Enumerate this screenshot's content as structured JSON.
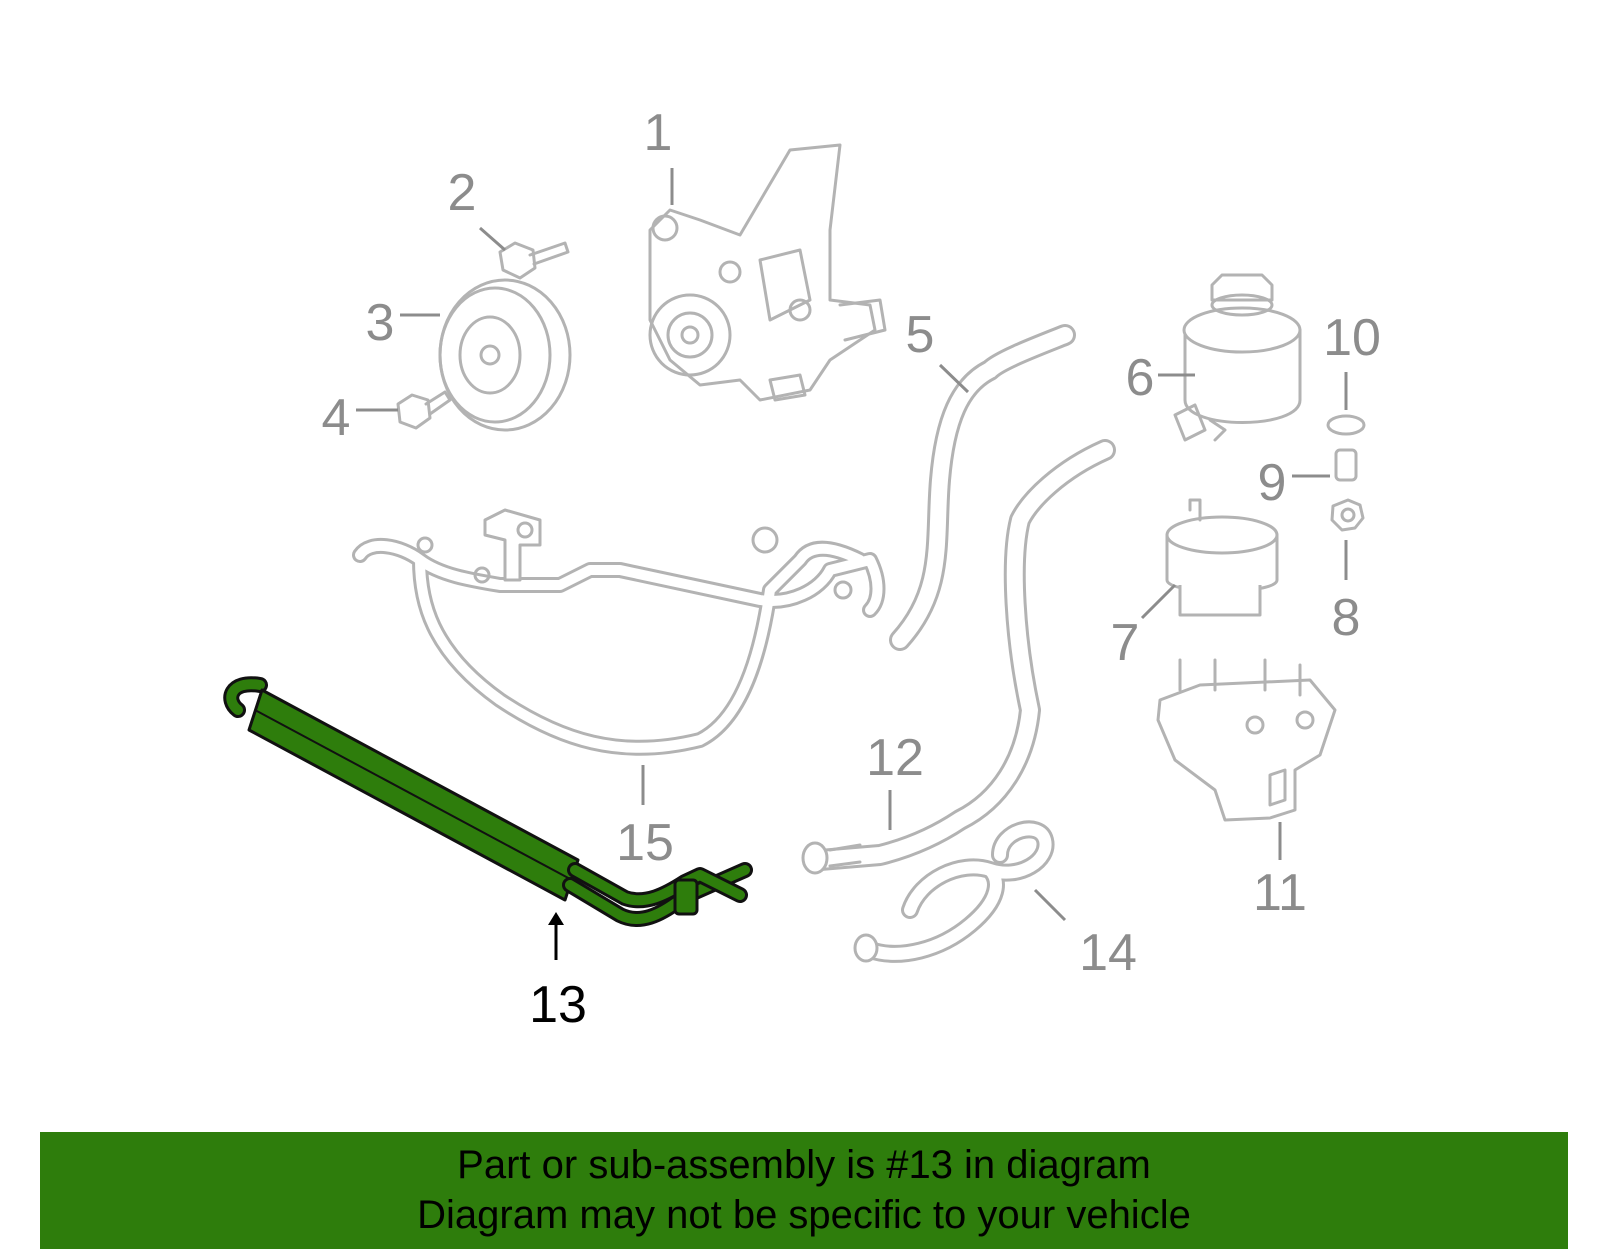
{
  "diagram": {
    "highlight_color": "#2e7d0c",
    "part_color": "#b3b3b3",
    "highlighted_callout": "13",
    "callouts": [
      "1",
      "2",
      "3",
      "4",
      "5",
      "6",
      "7",
      "8",
      "9",
      "10",
      "11",
      "12",
      "13",
      "14",
      "15"
    ]
  },
  "footer": {
    "line1": "Part or sub-assembly is #13 in diagram",
    "line2": "Diagram may not be specific to your vehicle",
    "background": "#2e7d0c"
  }
}
